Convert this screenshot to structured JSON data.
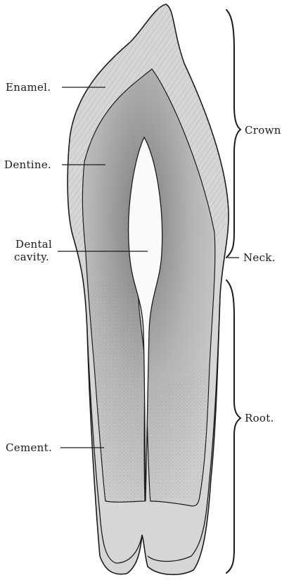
{
  "figure": {
    "type": "anatomical-illustration",
    "subject": "longitudinal section of a tooth",
    "background": "#ffffff",
    "colors": {
      "ink": "#1b1b1b",
      "enamel": "#d3d3d3",
      "dentine": "#b7b7b7",
      "dentine_dark": "#8a8a8a",
      "cavity": "#fafafa",
      "cement": "#ebebeb"
    }
  },
  "labels": {
    "enamel": "Enamel.",
    "dentine": "Dentine.",
    "dental_cavity_line1": "Dental",
    "dental_cavity_line2": "cavity.",
    "cement": "Cement.",
    "crown": "Crown",
    "neck": "Neck.",
    "root": "Root."
  }
}
